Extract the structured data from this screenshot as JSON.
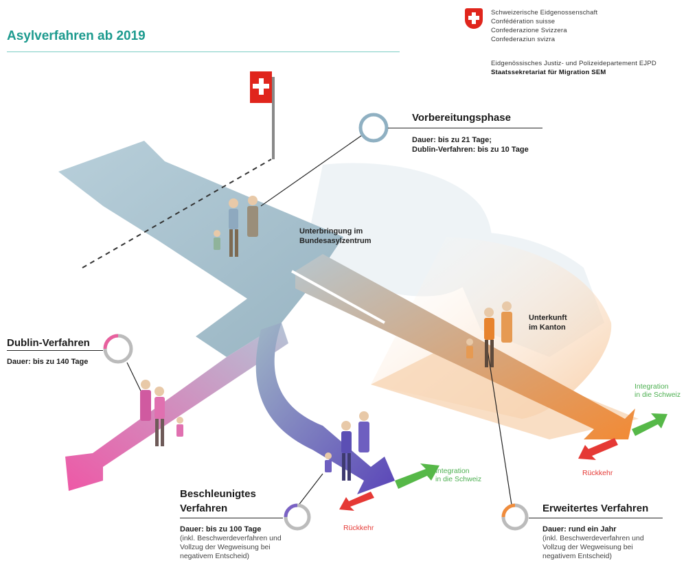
{
  "title": "Asylverfahren ab 2019",
  "authority": {
    "lines": [
      "Schweizerische Eidgenossenschaft",
      "Confédération suisse",
      "Confederazione Svizzera",
      "Confederaziun svizra"
    ],
    "department": "Eidgenössisches Justiz- und Polizeidepartement EJPD",
    "office": "Staatssekretariat für Migration SEM"
  },
  "phases": {
    "vorbereitung": {
      "title": "Vorbereitungsphase",
      "duration_1": "Dauer: bis zu 21 Tage;",
      "duration_2": "Dublin-Verfahren: bis zu 10 Tage"
    },
    "dublin": {
      "title": "Dublin-Verfahren",
      "duration": "Dauer: bis zu 140 Tage"
    },
    "beschleunigt": {
      "title_1": "Beschleunigtes",
      "title_2": "Verfahren",
      "duration": "Dauer: bis zu 100 Tage",
      "note_1": "(inkl. Beschwerdeverfahren und",
      "note_2": "Vollzug der Wegweisung bei",
      "note_3": "negativem Entscheid)"
    },
    "erweitert": {
      "title": "Erweitertes Verfahren",
      "duration": "Dauer: rund ein Jahr",
      "note_1": "(inkl. Beschwerdeverfahren und",
      "note_2": "Vollzug der Wegweisung bei",
      "note_3": "negativem Entscheid)"
    }
  },
  "locations": {
    "bundesasyl_1": "Unterbringung im",
    "bundesasyl_2": "Bundesasylzentrum",
    "kanton_1": "Unterkunft",
    "kanton_2": "im Kanton"
  },
  "outcomes": {
    "integration_1": "Integration",
    "integration_2": "in die Schweiz",
    "return": "Rückkehr"
  },
  "colors": {
    "title": "#1c9a8e",
    "main_path": "#a7c2cf",
    "dublin": "#e8609e",
    "beschleunigt": "#6f5fc0",
    "erweitert": "#f08c3c",
    "integration": "#4caf50",
    "return": "#e53935"
  }
}
